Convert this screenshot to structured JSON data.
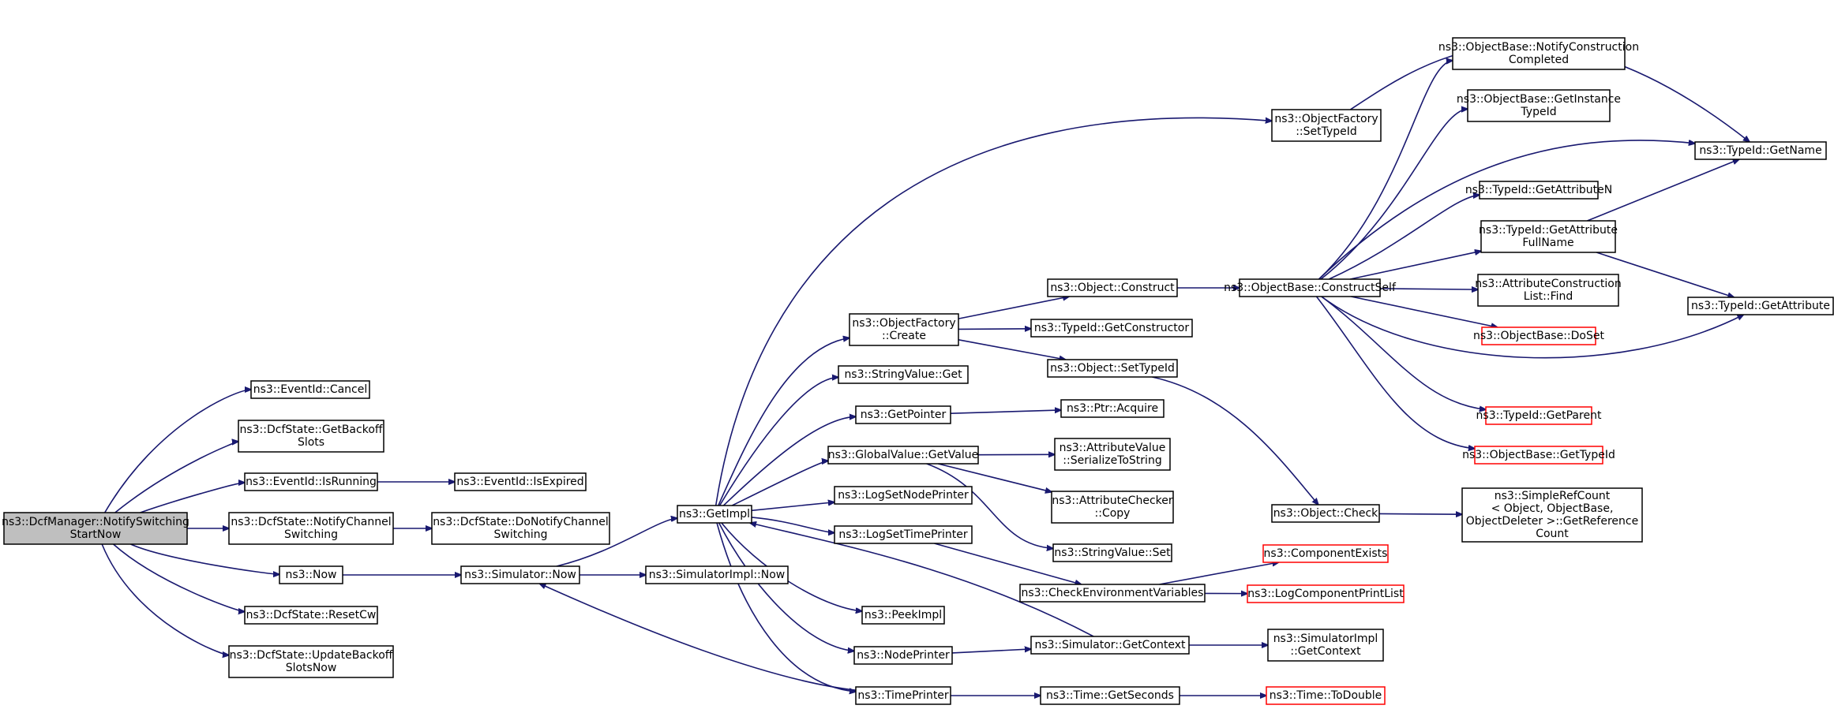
{
  "colors": {
    "edge": "#191970",
    "root_fill": "#bfbfbf",
    "node_fill": "#ffffff",
    "node_border": "#000000",
    "red_border": "#ff0000"
  },
  "nodes": [
    {
      "id": "root",
      "lines": [
        "ns3::DcfManager::NotifySwitching",
        "StartNow"
      ],
      "root": true
    },
    {
      "id": "cancel",
      "lines": [
        "ns3::EventId::Cancel"
      ]
    },
    {
      "id": "getbackoff",
      "lines": [
        "ns3::DcfState::GetBackoff",
        "Slots"
      ]
    },
    {
      "id": "isrunning",
      "lines": [
        "ns3::EventId::IsRunning"
      ]
    },
    {
      "id": "isexpired",
      "lines": [
        "ns3::EventId::IsExpired"
      ]
    },
    {
      "id": "notifychan",
      "lines": [
        "ns3::DcfState::NotifyChannel",
        "Switching"
      ]
    },
    {
      "id": "donotify",
      "lines": [
        "ns3::DcfState::DoNotifyChannel",
        "Switching"
      ]
    },
    {
      "id": "now",
      "lines": [
        "ns3::Now"
      ]
    },
    {
      "id": "simnow",
      "lines": [
        "ns3::Simulator::Now"
      ]
    },
    {
      "id": "simimplnow",
      "lines": [
        "ns3::SimulatorImpl::Now"
      ]
    },
    {
      "id": "resetcw",
      "lines": [
        "ns3::DcfState::ResetCw"
      ]
    },
    {
      "id": "updatebackoff",
      "lines": [
        "ns3::DcfState::UpdateBackoff",
        "SlotsNow"
      ]
    },
    {
      "id": "getimpl",
      "lines": [
        "ns3::GetImpl"
      ]
    },
    {
      "id": "ofcreate",
      "lines": [
        "ns3::ObjectFactory",
        "::Create"
      ]
    },
    {
      "id": "stringget",
      "lines": [
        "ns3::StringValue::Get"
      ]
    },
    {
      "id": "getpointer",
      "lines": [
        "ns3::GetPointer"
      ]
    },
    {
      "id": "gvgetvalue",
      "lines": [
        "ns3::GlobalValue::GetValue"
      ]
    },
    {
      "id": "lognodeprinter",
      "lines": [
        "ns3::LogSetNodePrinter"
      ]
    },
    {
      "id": "logtimeprinter",
      "lines": [
        "ns3::LogSetTimePrinter"
      ]
    },
    {
      "id": "peekimpl",
      "lines": [
        "ns3::PeekImpl"
      ]
    },
    {
      "id": "nodeprinter",
      "lines": [
        "ns3::NodePrinter"
      ]
    },
    {
      "id": "timeprinter",
      "lines": [
        "ns3::TimePrinter"
      ]
    },
    {
      "id": "ofsettypeid",
      "lines": [
        "ns3::ObjectFactory",
        "::SetTypeId"
      ]
    },
    {
      "id": "objconstruct",
      "lines": [
        "ns3::Object::Construct"
      ]
    },
    {
      "id": "getconstructor",
      "lines": [
        "ns3::TypeId::GetConstructor"
      ]
    },
    {
      "id": "objsettypeid",
      "lines": [
        "ns3::Object::SetTypeId"
      ]
    },
    {
      "id": "ptracquire",
      "lines": [
        "ns3::Ptr::Acquire"
      ]
    },
    {
      "id": "avserialize",
      "lines": [
        "ns3::AttributeValue",
        "::SerializeToString"
      ]
    },
    {
      "id": "accopy",
      "lines": [
        "ns3::AttributeChecker",
        "::Copy"
      ]
    },
    {
      "id": "stringset",
      "lines": [
        "ns3::StringValue::Set"
      ]
    },
    {
      "id": "checkenv",
      "lines": [
        "ns3::CheckEnvironmentVariables"
      ]
    },
    {
      "id": "simgetcontext",
      "lines": [
        "ns3::Simulator::GetContext"
      ]
    },
    {
      "id": "timegetseconds",
      "lines": [
        "ns3::Time::GetSeconds"
      ]
    },
    {
      "id": "constructself",
      "lines": [
        "ns3::ObjectBase::ConstructSelf"
      ]
    },
    {
      "id": "objcheck",
      "lines": [
        "ns3::Object::Check"
      ]
    },
    {
      "id": "compexists",
      "lines": [
        "ns3::ComponentExists"
      ],
      "red": true
    },
    {
      "id": "logcompprint",
      "lines": [
        "ns3::LogComponentPrintList"
      ],
      "red": true
    },
    {
      "id": "simimplgetcontext",
      "lines": [
        "ns3::SimulatorImpl",
        "::GetContext"
      ]
    },
    {
      "id": "todouble",
      "lines": [
        "ns3::Time::ToDouble"
      ],
      "red": true
    },
    {
      "id": "notifyconstruct",
      "lines": [
        "ns3::ObjectBase::NotifyConstruction",
        "Completed"
      ]
    },
    {
      "id": "getinstancetypeid",
      "lines": [
        "ns3::ObjectBase::GetInstance",
        "TypeId"
      ]
    },
    {
      "id": "getattributen",
      "lines": [
        "ns3::TypeId::GetAttributeN"
      ]
    },
    {
      "id": "getattrfullname",
      "lines": [
        "ns3::TypeId::GetAttribute",
        "FullName"
      ]
    },
    {
      "id": "attrconstrfind",
      "lines": [
        "ns3::AttributeConstruction",
        "List::Find"
      ]
    },
    {
      "id": "doset",
      "lines": [
        "ns3::ObjectBase::DoSet"
      ],
      "red": true
    },
    {
      "id": "getparent",
      "lines": [
        "ns3::TypeId::GetParent"
      ],
      "red": true
    },
    {
      "id": "obgettypeid",
      "lines": [
        "ns3::ObjectBase::GetTypeId"
      ],
      "red": true
    },
    {
      "id": "simplerefcount",
      "lines": [
        "ns3::SimpleRefCount",
        "< Object, ObjectBase,",
        " ObjectDeleter >::GetReference",
        "Count"
      ]
    },
    {
      "id": "typeidgetname",
      "lines": [
        "ns3::TypeId::GetName"
      ]
    },
    {
      "id": "typeidgetattr",
      "lines": [
        "ns3::TypeId::GetAttribute"
      ]
    }
  ]
}
